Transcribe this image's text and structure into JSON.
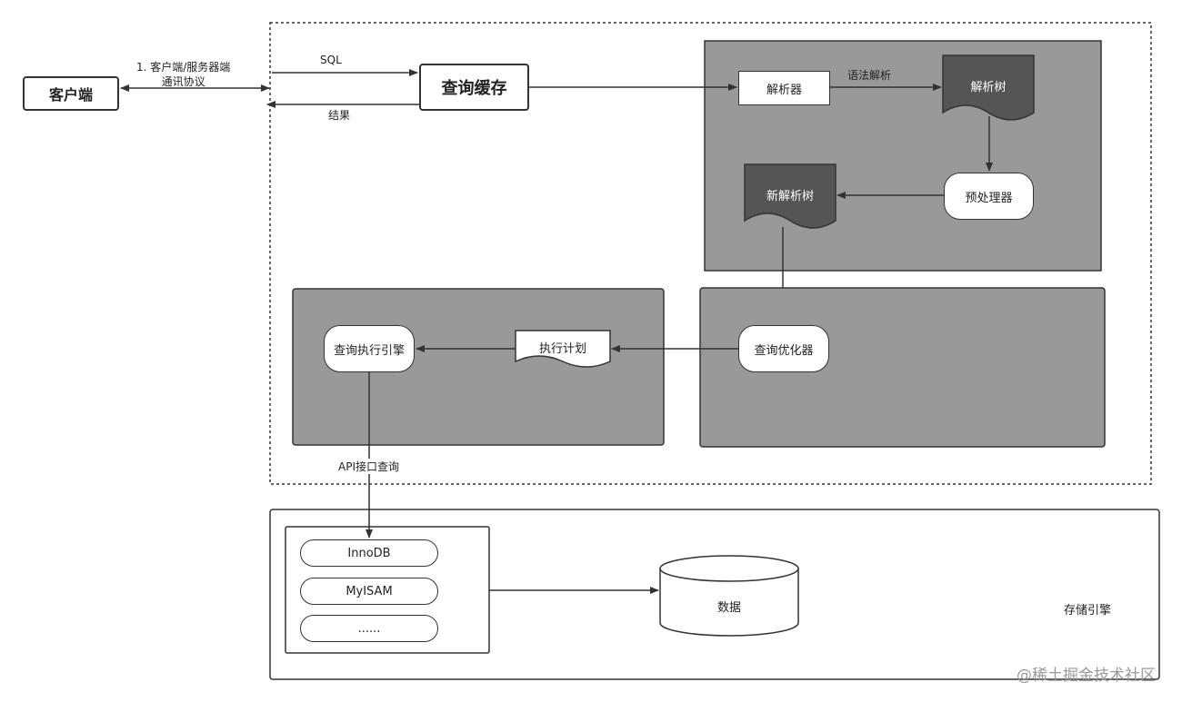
{
  "client": {
    "label": "客户端"
  },
  "protocol": {
    "line1": "1. 客户端/服务器端",
    "line2": "通讯协议"
  },
  "edges": {
    "sql": "SQL",
    "result": "结果",
    "syntax": "语法解析",
    "api": "API接口查询"
  },
  "query_cache": {
    "label": "查询缓存"
  },
  "parser": {
    "label": "解析器"
  },
  "parse_tree": {
    "label": "解析树"
  },
  "preprocessor": {
    "label": "预处理器"
  },
  "new_parse_tree": {
    "label": "新解析树"
  },
  "optimizer": {
    "label": "查询优化器"
  },
  "exec_plan": {
    "label": "执行计划"
  },
  "exec_engine": {
    "label": "查询执行引擎"
  },
  "engines": [
    {
      "label": "InnoDB"
    },
    {
      "label": "MyISAM"
    },
    {
      "label": "......"
    }
  ],
  "data_store": {
    "label": "数据"
  },
  "storage_engine": {
    "label": "存储引擎"
  },
  "watermark": "@稀土掘金技术社区",
  "colors": {
    "panel_fill": "#999999",
    "doc_fill": "#555555",
    "stroke": "#333333"
  }
}
